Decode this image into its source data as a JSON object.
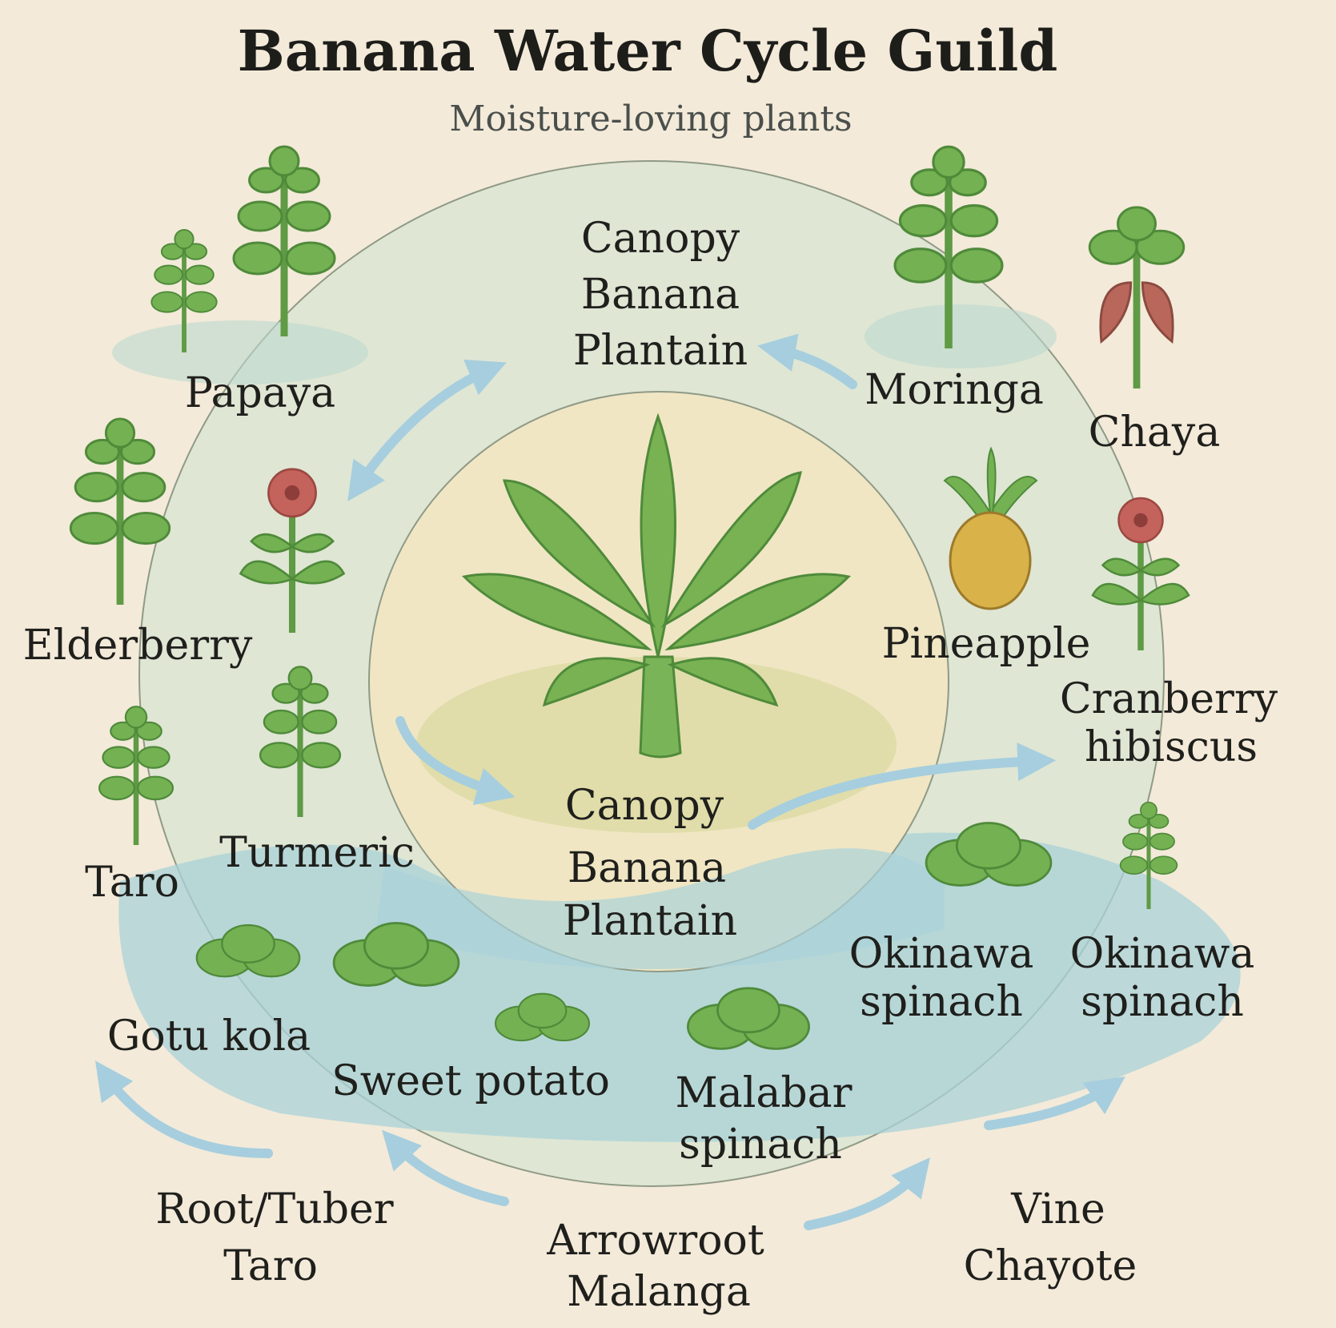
{
  "title": "Banana Water Cycle Guild",
  "subtitle": "Moisture-loving plants",
  "colors": {
    "background": "#f3ead9",
    "ring": "#dfe6d4",
    "center": "#f0e6c4",
    "water": "#a9d2d8",
    "leaf": "#6fae4e",
    "flower": "#c4625c",
    "arrow": "#a6cede"
  },
  "labels": {
    "canopy_top": [
      "Canopy",
      "Banana",
      "Plantain"
    ],
    "canopy_center": [
      "Canopy",
      "Banana",
      "Plantain"
    ],
    "papaya": "Papaya",
    "moringa": "Moringa",
    "chaya": "Chaya",
    "elderberry": "Elderberry",
    "pineapple": "Pineapple",
    "cranberry_hibiscus": [
      "Cranberry",
      "hibiscus"
    ],
    "taro": "Taro",
    "turmeric": "Turmeric",
    "okinawa_1": [
      "Okinawa",
      "spinach"
    ],
    "okinawa_2": [
      "Okinawa",
      "spinach"
    ],
    "gotu_kola": "Gotu kola",
    "sweet_potato": "Sweet potato",
    "malabar": [
      "Malabar",
      "spinach"
    ],
    "root_tuber": [
      "Root/Tuber",
      "Taro"
    ],
    "arrowroot": [
      "Arrowroot",
      "Malanga"
    ],
    "vine": [
      "Vine",
      "Chayote"
    ]
  }
}
